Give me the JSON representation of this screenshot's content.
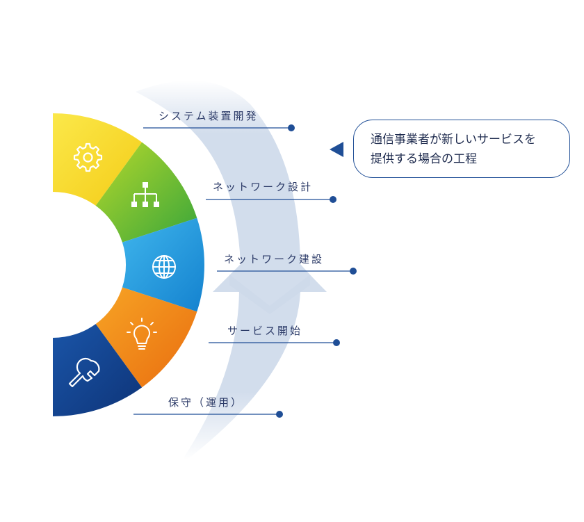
{
  "steps": [
    {
      "id": "system",
      "label": "システム装置開発",
      "icon": "gear-icon",
      "color": "#f3d623"
    },
    {
      "id": "design",
      "label": "ネットワーク設計",
      "icon": "hierarchy-icon",
      "color": "#68b531"
    },
    {
      "id": "build",
      "label": "ネットワーク建設",
      "icon": "globe-icon",
      "color": "#1e99dd"
    },
    {
      "id": "service",
      "label": "サービス開始",
      "icon": "lightbulb-icon",
      "color": "#ef8a12"
    },
    {
      "id": "maint",
      "label": "保守（運用）",
      "icon": "wrench-icon",
      "color": "#123f8e"
    }
  ],
  "callout": {
    "line1": "通信事業者が新しいサービスを",
    "line2": "提供する場合の工程",
    "arrow_color": "#1f4e96"
  },
  "colors": {
    "flow_arrow": "#cdd9ea",
    "leader_line": "#1f4e96"
  }
}
